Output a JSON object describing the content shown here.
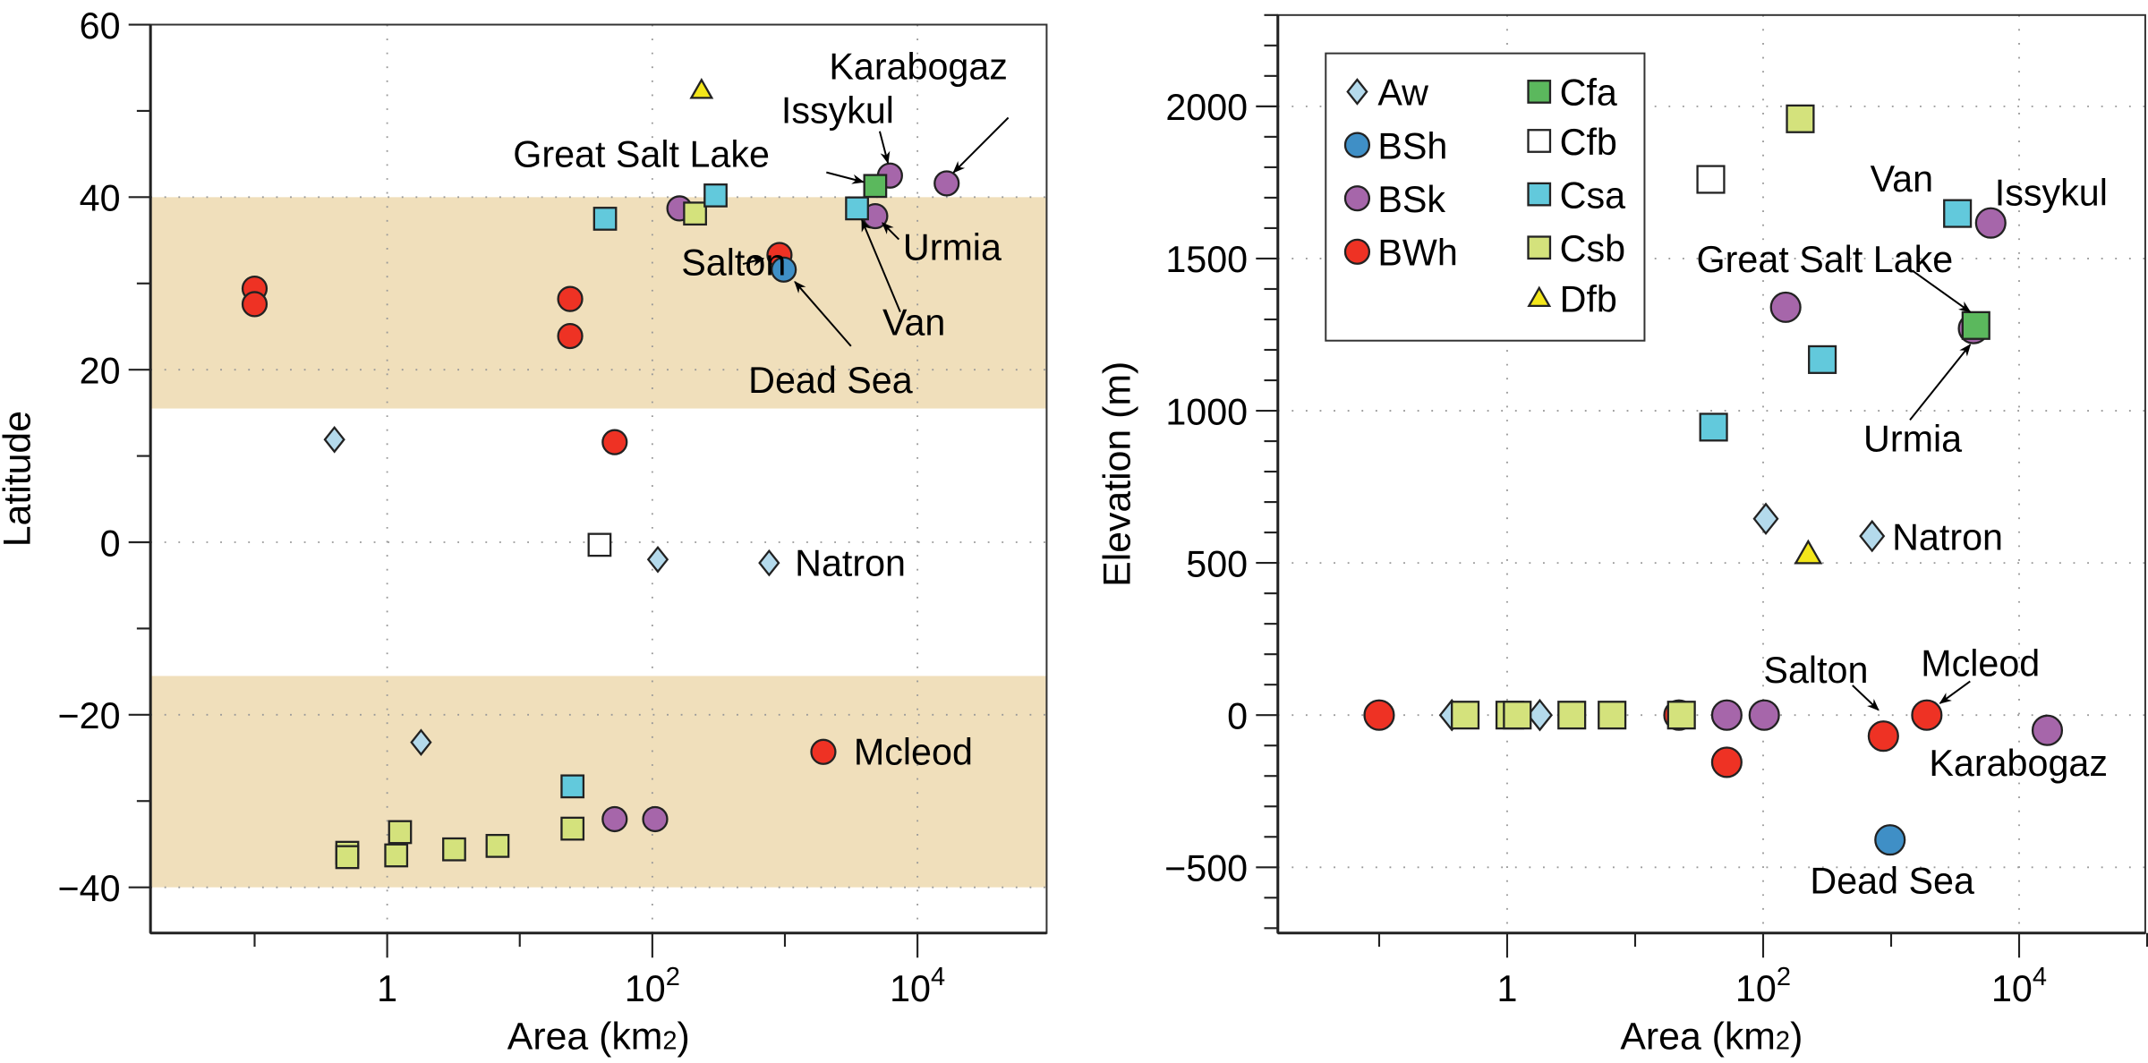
{
  "colors": {
    "Aw": "#b4daec",
    "BSh": "#3f8fc6",
    "BSk": "#a666aa",
    "BWh": "#ee3224",
    "Cfa": "#5bb85d",
    "Cfb": "#ffffff",
    "Csa": "#62c9dc",
    "Csb": "#d4e27c",
    "Dfb": "#f3e61a",
    "band": "#f0dfbb"
  },
  "chart_data": [
    {
      "type": "scatter",
      "title": "",
      "xlabel": "Area (km2)",
      "ylabel": "Latitude",
      "xscale": "log",
      "xlim": [
        0.016,
        100000
      ],
      "ylim": [
        -45.3,
        60
      ],
      "xticks": [
        {
          "value": 1,
          "label": "1"
        },
        {
          "value": 100,
          "label": "10",
          "exp": "2"
        },
        {
          "value": 10000,
          "label": "10",
          "exp": "4"
        }
      ],
      "yticks": [
        -40,
        -20,
        0,
        20,
        40,
        60
      ],
      "grid": true,
      "shaded_bands": [
        [
          15.5,
          40
        ],
        [
          -40,
          -15.5
        ]
      ],
      "points": [
        {
          "climate": "Aw",
          "area": 0.4,
          "y": 11.9
        },
        {
          "climate": "Aw",
          "area": 110,
          "y": -2.0
        },
        {
          "climate": "Aw",
          "area": 760,
          "y": -2.4
        },
        {
          "climate": "Aw",
          "area": 1.8,
          "y": -23.2
        },
        {
          "climate": "BWh",
          "area": 0.1,
          "y": 29.4
        },
        {
          "climate": "BWh",
          "area": 0.1,
          "y": 27.6
        },
        {
          "climate": "BWh",
          "area": 24,
          "y": 28.2
        },
        {
          "climate": "BWh",
          "area": 24,
          "y": 23.9
        },
        {
          "climate": "BWh",
          "area": 910,
          "y": 33.3
        },
        {
          "climate": "BWh",
          "area": 52,
          "y": 11.6
        },
        {
          "climate": "BWh",
          "area": 1950,
          "y": -24.3
        },
        {
          "climate": "BSh",
          "area": 980,
          "y": 31.6
        },
        {
          "climate": "BSk",
          "area": 160,
          "y": 38.7
        },
        {
          "climate": "BSk",
          "area": 4800,
          "y": 37.8
        },
        {
          "climate": "BSk",
          "area": 6200,
          "y": 42.5
        },
        {
          "climate": "BSk",
          "area": 16600,
          "y": 41.6
        },
        {
          "climate": "BSk",
          "area": 52,
          "y": -32.1
        },
        {
          "climate": "BSk",
          "area": 105,
          "y": -32.1
        },
        {
          "climate": "Csb",
          "area": 210,
          "y": 38.1
        },
        {
          "climate": "Csb",
          "area": 25,
          "y": -33.2
        },
        {
          "climate": "Csb",
          "area": 0.5,
          "y": -36.0
        },
        {
          "climate": "Csb",
          "area": 0.5,
          "y": -36.5
        },
        {
          "climate": "Csb",
          "area": 1.25,
          "y": -33.6
        },
        {
          "climate": "Csb",
          "area": 1.17,
          "y": -36.3
        },
        {
          "climate": "Csb",
          "area": 3.2,
          "y": -35.6
        },
        {
          "climate": "Csb",
          "area": 6.8,
          "y": -35.2
        },
        {
          "climate": "Csa",
          "area": 44,
          "y": 37.5
        },
        {
          "climate": "Csa",
          "area": 300,
          "y": 40.2
        },
        {
          "climate": "Csa",
          "area": 3500,
          "y": 38.7
        },
        {
          "climate": "Csa",
          "area": 25,
          "y": -28.3
        },
        {
          "climate": "Cfb",
          "area": 40,
          "y": -0.3
        },
        {
          "climate": "Cfa",
          "area": 4800,
          "y": 41.3
        },
        {
          "climate": "Dfb",
          "area": 235,
          "y": 52.4
        }
      ],
      "annotations": [
        "Karabogaz",
        "Issykul",
        "Great Salt Lake",
        "Salton",
        "Urmia",
        "Van",
        "Dead Sea",
        "Natron",
        "Mcleod"
      ]
    },
    {
      "type": "scatter",
      "title": "",
      "xlabel": "Area (km2)",
      "ylabel": "Elevation (m)",
      "xscale": "log",
      "xlim": [
        0.016,
        100000
      ],
      "ylim": [
        -716,
        2300
      ],
      "xticks": [
        {
          "value": 1,
          "label": "1"
        },
        {
          "value": 100,
          "label": "10",
          "exp": "2"
        },
        {
          "value": 10000,
          "label": "10",
          "exp": "4"
        }
      ],
      "yticks": [
        -500,
        0,
        500,
        1000,
        1500,
        2000
      ],
      "grid": true,
      "legend": {
        "placement": "top-left",
        "entries": [
          {
            "climate": "Aw",
            "marker": "diamond"
          },
          {
            "climate": "BSh",
            "marker": "circle"
          },
          {
            "climate": "BSk",
            "marker": "circle"
          },
          {
            "climate": "BWh",
            "marker": "circle"
          },
          {
            "climate": "Cfa",
            "marker": "square"
          },
          {
            "climate": "Cfb",
            "marker": "square"
          },
          {
            "climate": "Csa",
            "marker": "square"
          },
          {
            "climate": "Csb",
            "marker": "square"
          },
          {
            "climate": "Dfb",
            "marker": "triangle"
          }
        ]
      },
      "points": [
        {
          "climate": "Aw",
          "area": 0.37,
          "y": 0
        },
        {
          "climate": "Aw",
          "area": 1.8,
          "y": 0
        },
        {
          "climate": "Aw",
          "area": 105,
          "y": 645
        },
        {
          "climate": "Aw",
          "area": 710,
          "y": 588
        },
        {
          "climate": "BWh",
          "area": 0.1,
          "y": 0
        },
        {
          "climate": "BWh",
          "area": 22,
          "y": 0
        },
        {
          "climate": "BWh",
          "area": 52,
          "y": -155
        },
        {
          "climate": "BWh",
          "area": 870,
          "y": -69
        },
        {
          "climate": "BWh",
          "area": 1900,
          "y": 0
        },
        {
          "climate": "BSh",
          "area": 980,
          "y": -410
        },
        {
          "climate": "BSk",
          "area": 52,
          "y": 0
        },
        {
          "climate": "BSk",
          "area": 102,
          "y": 0
        },
        {
          "climate": "BSk",
          "area": 150,
          "y": 1340
        },
        {
          "climate": "BSk",
          "area": 6000,
          "y": 1617
        },
        {
          "climate": "BSk",
          "area": 4400,
          "y": 1270
        },
        {
          "climate": "BSk",
          "area": 16600,
          "y": -50
        },
        {
          "climate": "Csb",
          "area": 0.47,
          "y": 0
        },
        {
          "climate": "Csb",
          "area": 1.05,
          "y": 0
        },
        {
          "climate": "Csb",
          "area": 1.2,
          "y": 0
        },
        {
          "climate": "Csb",
          "area": 3.2,
          "y": 0
        },
        {
          "climate": "Csb",
          "area": 6.6,
          "y": 0
        },
        {
          "climate": "Csb",
          "area": 23,
          "y": 0
        },
        {
          "climate": "Csb",
          "area": 195,
          "y": 1959
        },
        {
          "climate": "Csa",
          "area": 41,
          "y": 946
        },
        {
          "climate": "Csa",
          "area": 290,
          "y": 1168
        },
        {
          "climate": "Csa",
          "area": 3300,
          "y": 1648
        },
        {
          "climate": "Cfb",
          "area": 39,
          "y": 1760
        },
        {
          "climate": "Cfa",
          "area": 4600,
          "y": 1280
        },
        {
          "climate": "Dfb",
          "area": 225,
          "y": 530
        }
      ],
      "annotations": [
        "Van",
        "Issykul",
        "Great Salt Lake",
        "Urmia",
        "Natron",
        "Salton",
        "Mcleod",
        "Karabogaz",
        "Dead Sea"
      ]
    }
  ]
}
